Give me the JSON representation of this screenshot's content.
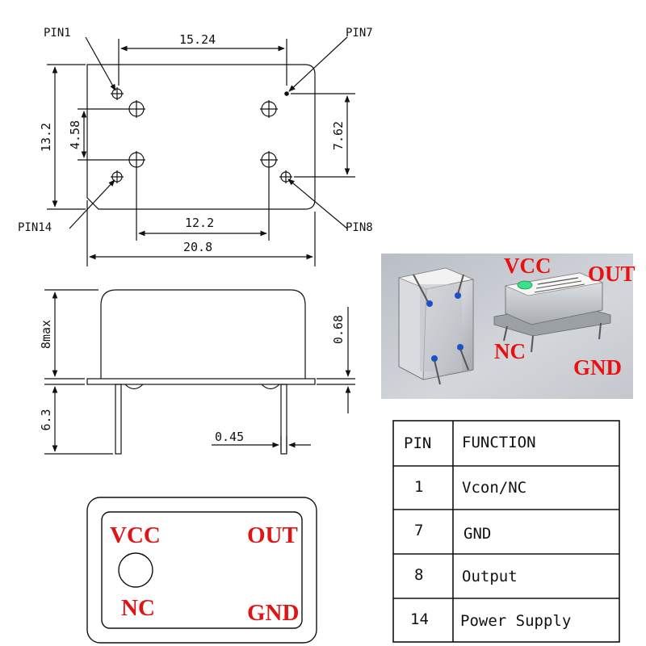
{
  "top_view": {
    "pin_labels": {
      "pin1": "PIN1",
      "pin7": "PIN7",
      "pin14": "PIN14",
      "pin8": "PIN8"
    },
    "dims": {
      "pin_spacing_top": "15.24",
      "height": "13.2",
      "inner_vertical": "4.58",
      "right_vertical": "7.62",
      "inner_horizontal": "12.2",
      "width": "20.8"
    }
  },
  "side_view": {
    "dims": {
      "body_height": "8max",
      "flange": "0.68",
      "pin_length": "6.3",
      "pin_diameter": "0.45"
    }
  },
  "marking_view": {
    "labels": {
      "vcc": "VCC",
      "out": "OUT",
      "nc": "NC",
      "gnd": "GND"
    }
  },
  "photo": {
    "labels": {
      "vcc": "VCC",
      "out": "OUT",
      "nc": "NC",
      "gnd": "GND"
    }
  },
  "pin_table": {
    "headers": [
      "PIN",
      "FUNCTION"
    ],
    "rows": [
      {
        "pin": "1",
        "function": "Vcon/NC"
      },
      {
        "pin": "7",
        "function": "GND"
      },
      {
        "pin": "8",
        "function": "Output"
      },
      {
        "pin": "14",
        "function": "Power Supply"
      }
    ]
  },
  "colors": {
    "line": "#111111",
    "red_label": "#e01414",
    "photo_bg": "#c9cdd3"
  }
}
